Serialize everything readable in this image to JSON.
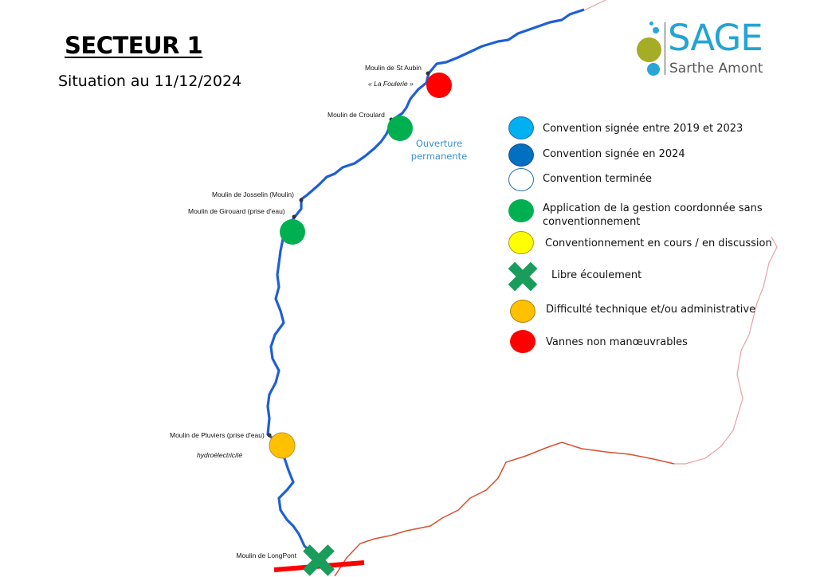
{
  "header": {
    "title": "SECTEUR 1",
    "subtitle": "Situation au 11/12/2024"
  },
  "logo": {
    "name": "SAGE",
    "tagline": "Sarthe Amont"
  },
  "mills": [
    {
      "name": "Moulin de St Aubin",
      "note": "« La Foulerie »",
      "status": "Vannes non manœuvrables"
    },
    {
      "name": "Moulin de Croulard",
      "note": "Ouverture permanente",
      "status": "Application de la gestion coordonnée sans conventionnement"
    },
    {
      "name": "Moulin de Josselin (Moulin)"
    },
    {
      "name": "Moulin de Girouard (prise d'eau)",
      "status": "Application de la gestion coordonnée sans conventionnement"
    },
    {
      "name": "Moulin de Pluviers (prise d'eau)",
      "note": "hydroélectricité",
      "status": "Difficulté technique et/ou administrative"
    },
    {
      "name": "Moulin de LongPont",
      "status": "Libre écoulement"
    }
  ],
  "legend": [
    {
      "label": "Convention signée entre 2019 et 2023",
      "color": "#00b0f0"
    },
    {
      "label": "Convention signée en 2024",
      "color": "#0070c0"
    },
    {
      "label": "Convention terminée",
      "color": "#ffffff"
    },
    {
      "label": "Application de la gestion coordonnée sans conventionnement",
      "color": "#00b050"
    },
    {
      "label": "Conventionnement en cours / en discussion",
      "color": "#ffff00"
    },
    {
      "label": "Libre écoulement",
      "color": "#1a9c5a"
    },
    {
      "label": "Difficulté technique et/ou administrative",
      "color": "#ffc000"
    },
    {
      "label": "Vannes non manœuvrables",
      "color": "#ff0000"
    }
  ]
}
